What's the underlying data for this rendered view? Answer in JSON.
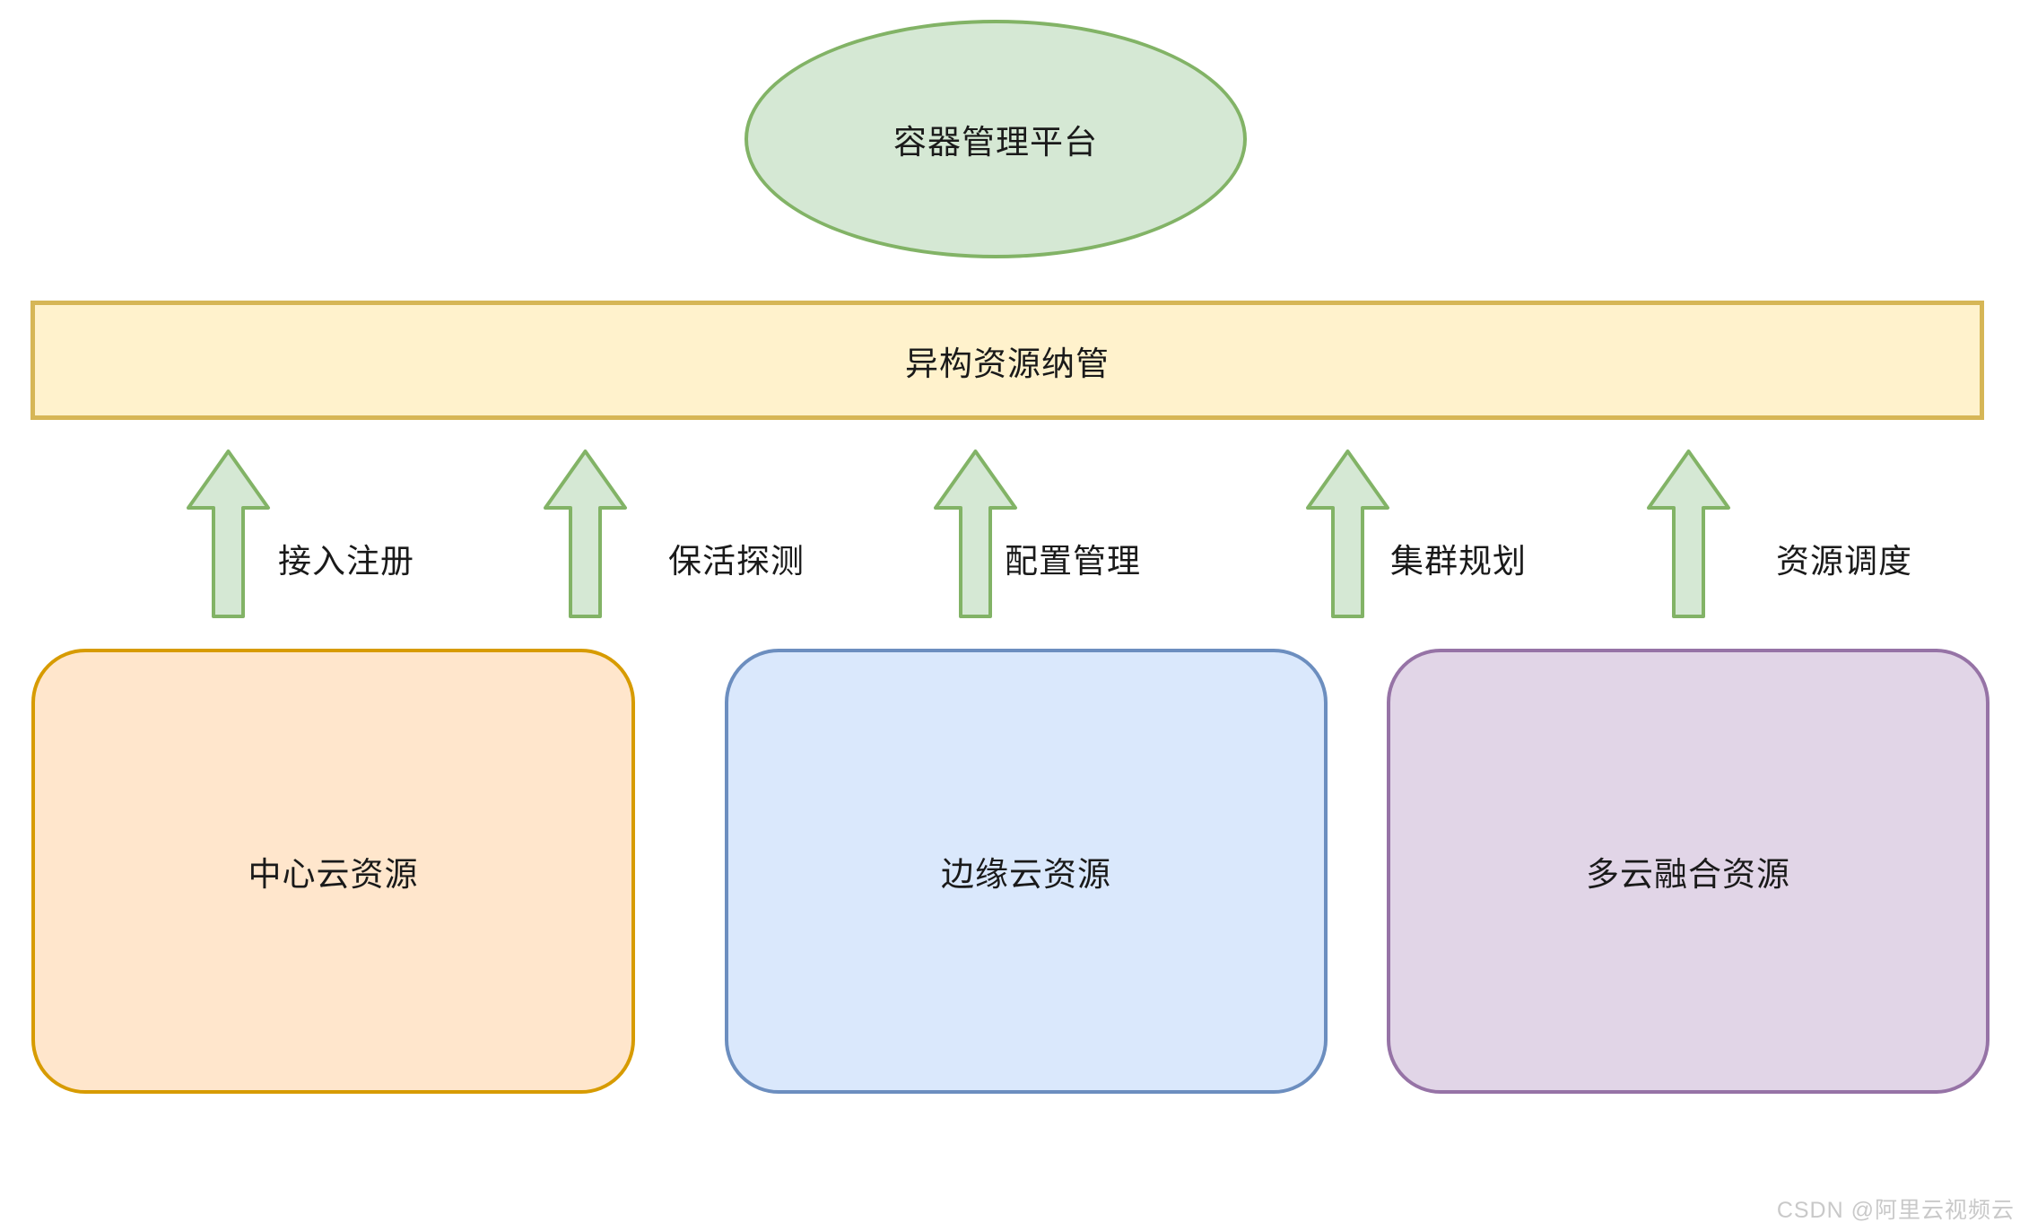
{
  "diagram": {
    "platform": {
      "label": "容器管理平台",
      "fill": "#D5E8D4",
      "stroke": "#82B366"
    },
    "management_bar": {
      "label": "异构资源纳管",
      "fill": "#FFF2CC",
      "stroke": "#D6B656"
    },
    "capabilities": [
      {
        "label": "接入注册"
      },
      {
        "label": "保活探测"
      },
      {
        "label": "配置管理"
      },
      {
        "label": "集群规划"
      },
      {
        "label": "资源调度"
      }
    ],
    "arrow_style": {
      "direction": "up",
      "fill": "#D5E8D4",
      "stroke": "#82B366"
    },
    "resources": [
      {
        "label": "中心云资源",
        "fill": "#FFE6CC",
        "stroke": "#D79B00"
      },
      {
        "label": "边缘云资源",
        "fill": "#DAE8FC",
        "stroke": "#6C8EBF"
      },
      {
        "label": "多云融合资源",
        "fill": "#E1D5E7",
        "stroke": "#9673A6"
      }
    ]
  },
  "watermark": {
    "text": "CSDN @阿里云视频云"
  }
}
